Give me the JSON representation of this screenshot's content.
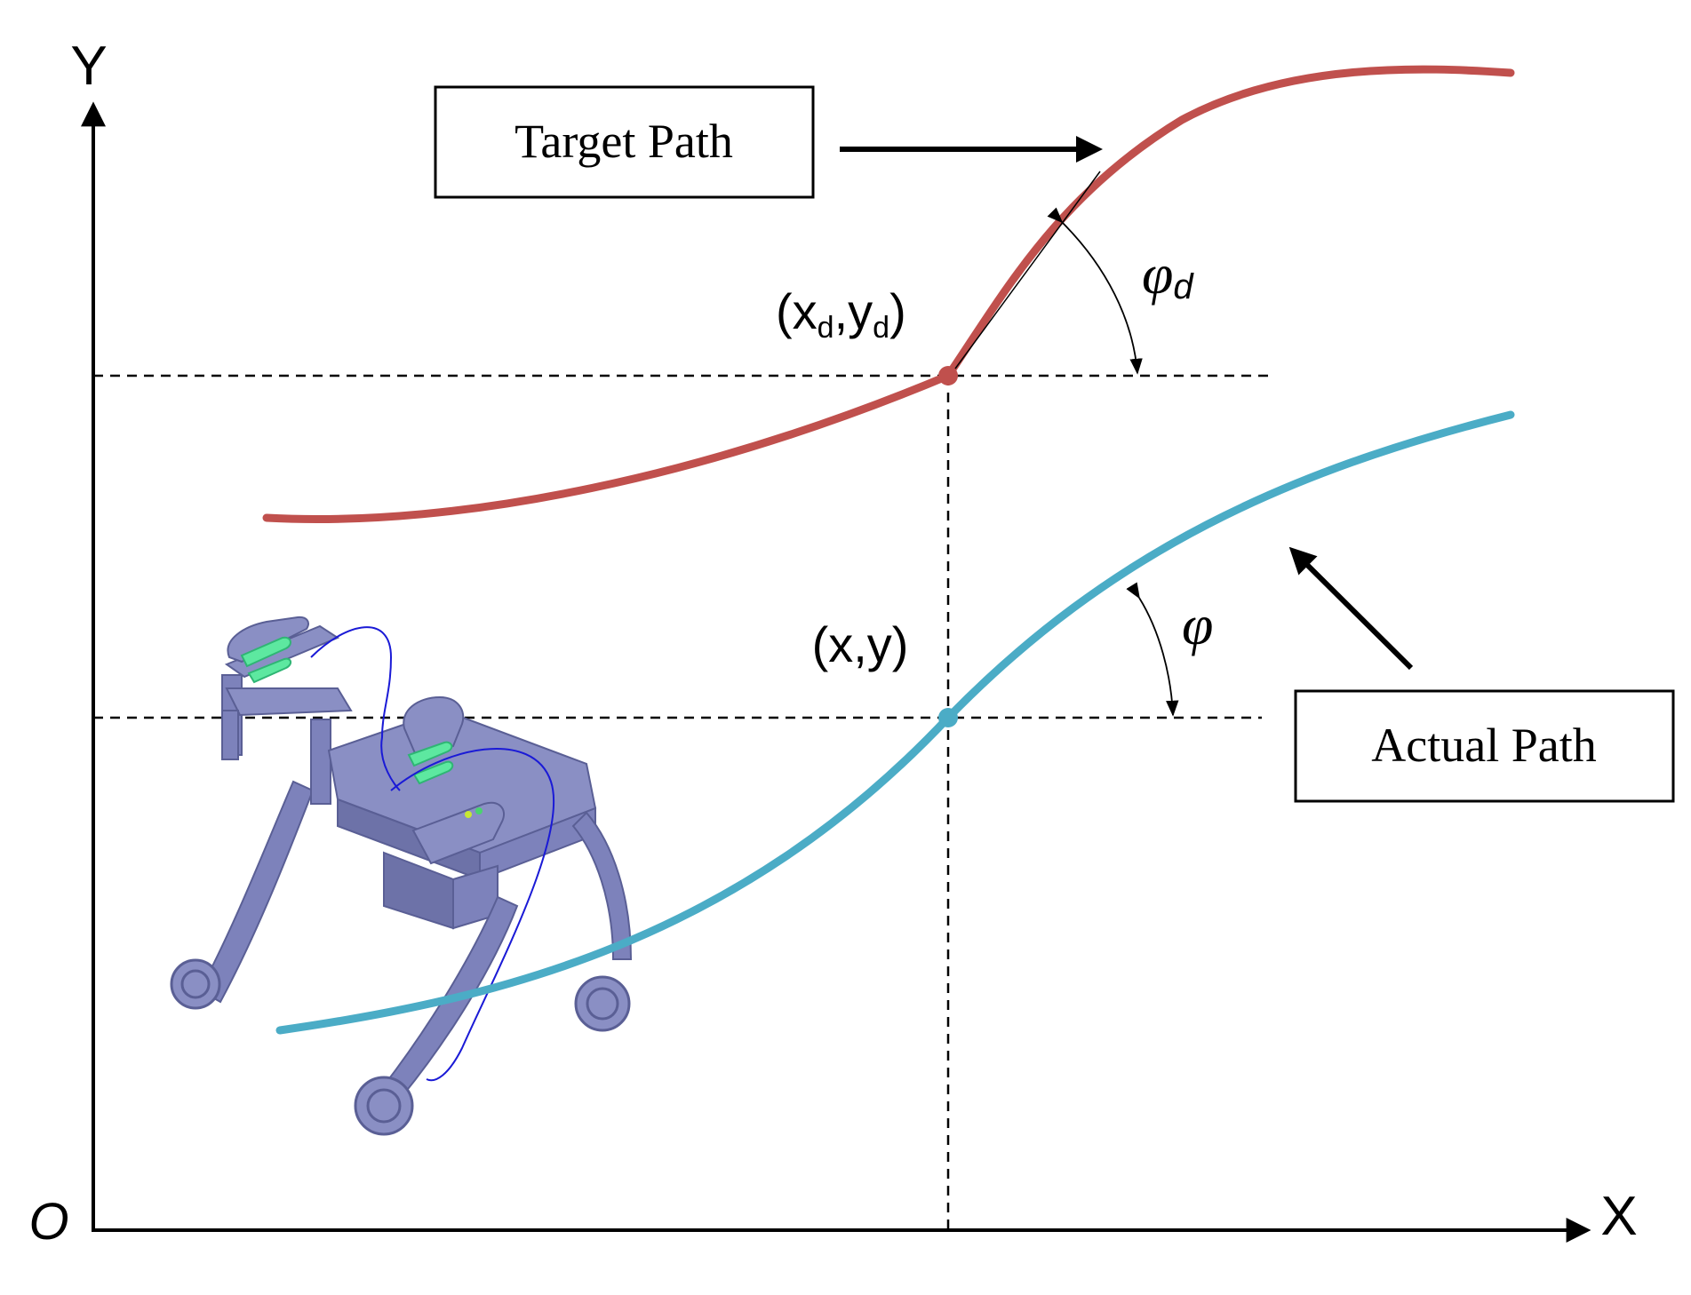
{
  "axes": {
    "y_label": "Y",
    "x_label": "X",
    "origin_label": "O"
  },
  "labels": {
    "target_point": {
      "main_x": "(x",
      "sub_x": "d",
      "comma": ",",
      "main_y": "y",
      "sub_y": "d",
      "close": ")"
    },
    "actual_point": "(x,y)",
    "phi_d": {
      "symbol": "φ",
      "sub": "d"
    },
    "phi": "φ"
  },
  "callouts": {
    "target": "Target Path",
    "actual": "Actual Path"
  },
  "colors": {
    "target_path": "#c0504d",
    "actual_path": "#4bacc6",
    "walker_body": "#8a8fc4",
    "walker_shadow": "#6d72a8",
    "walker_grip": "#5de8a0",
    "cable": "#1a1ad6",
    "ink": "#000000"
  },
  "icons": {
    "walker": "rollator-walker-robot"
  }
}
